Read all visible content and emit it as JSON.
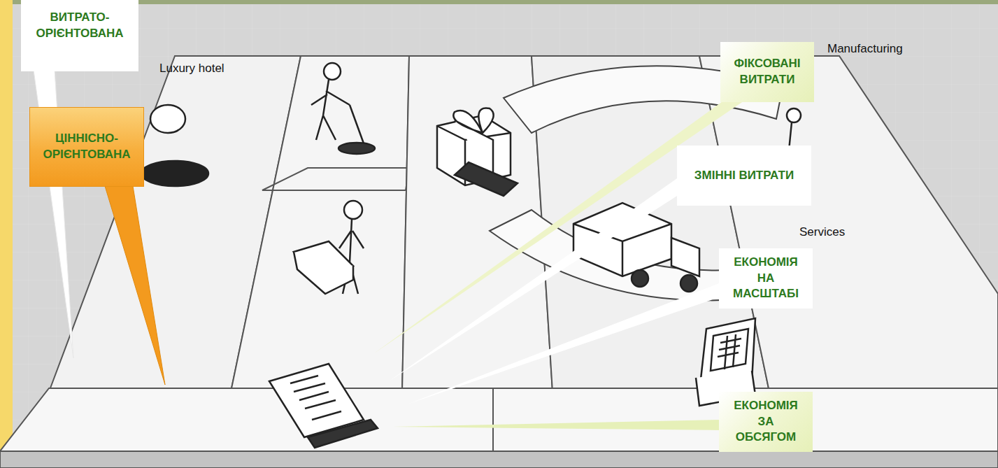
{
  "diagram": {
    "nodes": [
      {
        "text": [
          "ВИТРАТО- ОРІЄНТОВАНА"
        ]
      },
      {
        "text": [
          "ЦІННІСНО- ОРІЄНТОВАНА"
        ]
      },
      {
        "text": [
          "ФІКСОВАНІ ВИТРАТИ"
        ]
      },
      {
        "text": [
          "ЗМІННІ ВИТРАТИ"
        ]
      },
      {
        "text": [
          "ЕКОНОМІЯ НА МАСШТАБІ"
        ]
      },
      {
        "text": [
          "ЕКОНОМІЯ ЗА ОБСЯГОМ"
        ]
      }
    ],
    "labels": [
      "Luxury hotel",
      "Manufacturing",
      "Services"
    ]
  }
}
